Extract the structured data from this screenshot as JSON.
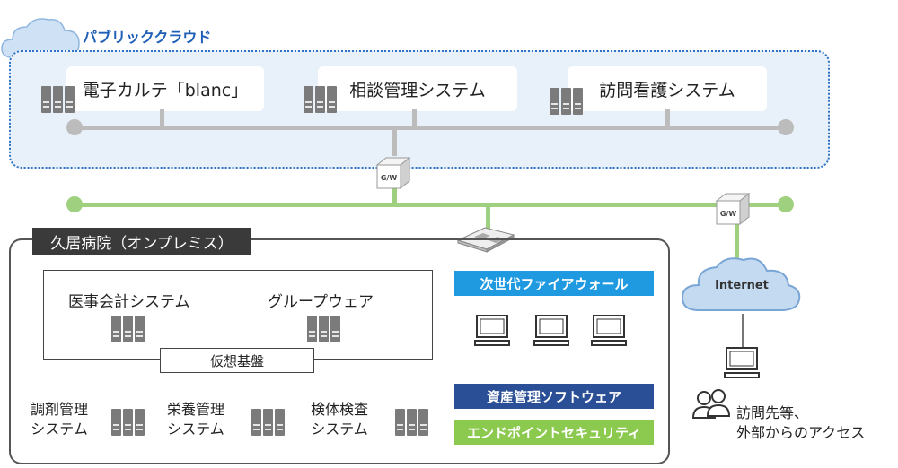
{
  "public_cloud": {
    "title": "パブリッククラウド",
    "systems": [
      "電子カルテ「blanc」",
      "相談管理システム",
      "訪問看護システム"
    ]
  },
  "gateway_label": "G/W",
  "internet_label": "Internet",
  "hospital": {
    "title": "久居病院（オンプレミス）",
    "virtual_platform": {
      "label": "仮想基盤",
      "systems": [
        "医事会計システム",
        "グループウェア"
      ]
    },
    "systems": [
      {
        "line1": "調剤管理",
        "line2": "システム"
      },
      {
        "line1": "栄養管理",
        "line2": "システム"
      },
      {
        "line1": "検体検査",
        "line2": "システム"
      }
    ],
    "security": {
      "firewall": "次世代ファイアウォール",
      "asset_management": "資産管理ソフトウェア",
      "endpoint": "エンドポイントセキュリティ"
    }
  },
  "remote_access": {
    "line1": "訪問先等、",
    "line2": "外部からのアクセス"
  },
  "colors": {
    "cloud_border": "#2f72c4",
    "cloud_fill": "#e8f0fa",
    "line_gray": "#bcbcbc",
    "line_green": "#9fd07f",
    "firewall_bar": "#1f9ae0",
    "asset_bar": "#2b4f96",
    "endpoint_bar": "#8cc94f"
  }
}
